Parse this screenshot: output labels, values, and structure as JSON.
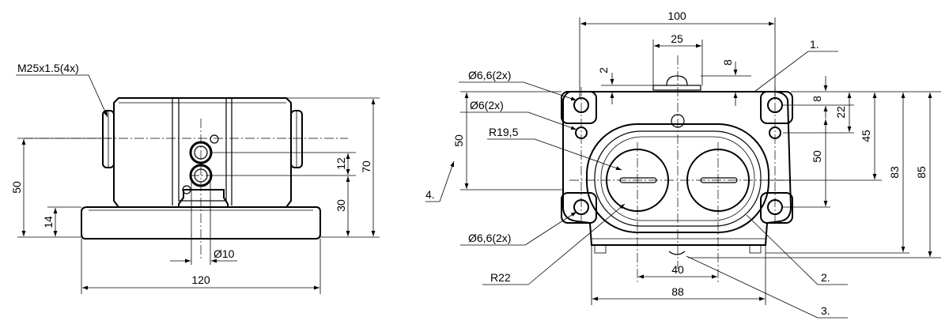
{
  "side_view": {
    "callouts": {
      "thread": "M25x1.5(4x)",
      "bore_dia": "Ø10"
    },
    "dims": {
      "height_50": "50",
      "base_14": "14",
      "spacing_12": "12",
      "height_30": "30",
      "height_70": "70",
      "width_120": "120"
    }
  },
  "front_view": {
    "callouts": {
      "hole_top": "Ø6,6(2x)",
      "hole_mid": "Ø6(2x)",
      "radius_inner": "R19,5",
      "hole_bottom": "Ø6,6(2x)",
      "radius_outer": "R22"
    },
    "dims": {
      "width_100": "100",
      "width_25": "25",
      "dim_2": "2",
      "dim_8_top": "8",
      "dim_8_right": "8",
      "dim_22": "22",
      "dim_45": "45",
      "dim_50_right": "50",
      "dim_50_left": "50",
      "dim_83": "83",
      "dim_85": "85",
      "dim_40": "40",
      "dim_88": "88"
    },
    "item_numbers": {
      "item_1": "1.",
      "item_2": "2.",
      "item_3": "3.",
      "item_4": "4."
    }
  }
}
